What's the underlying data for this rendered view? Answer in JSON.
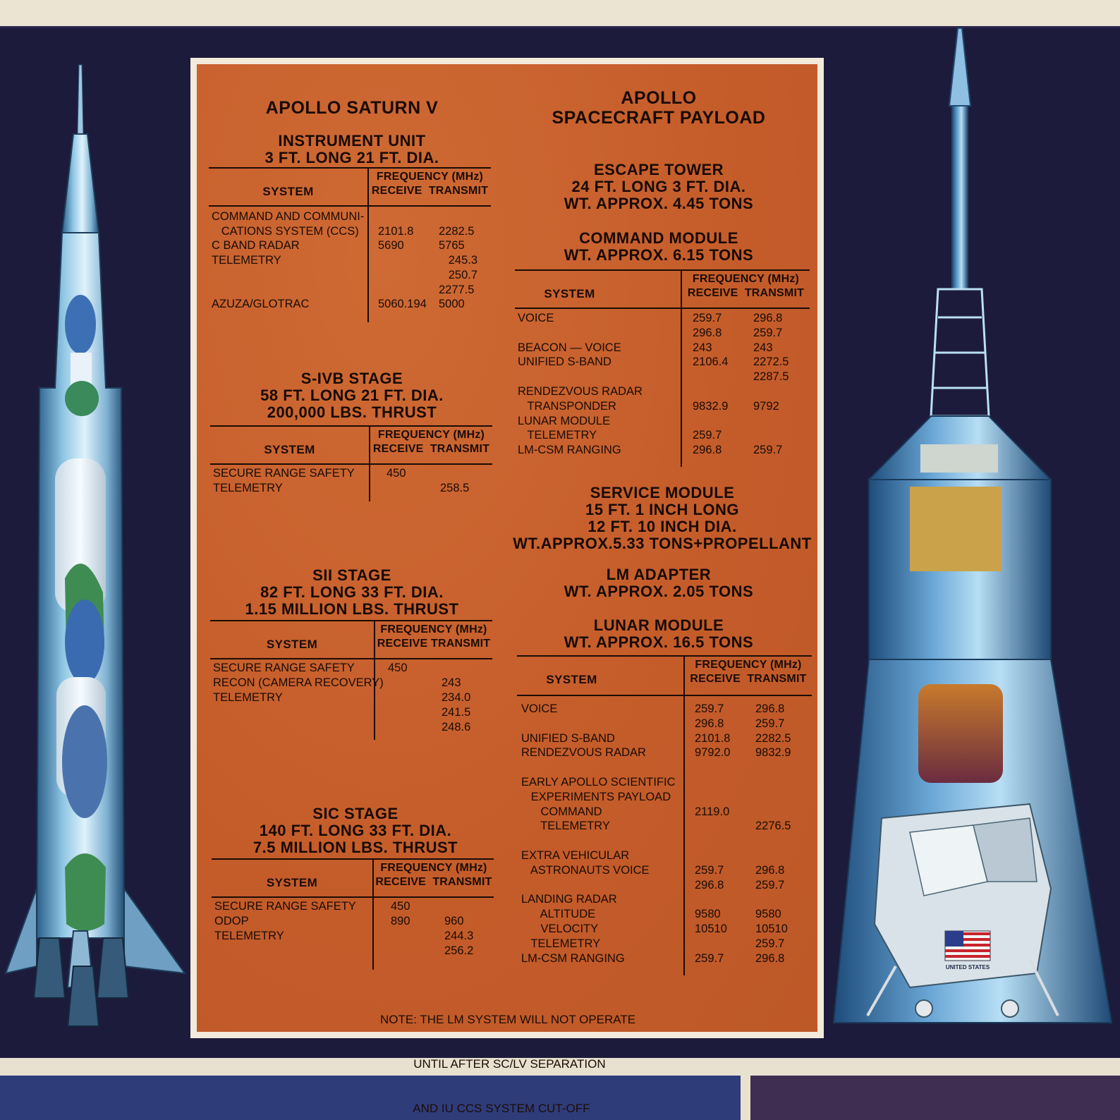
{
  "left": {
    "title": "APOLLO SATURN V",
    "instrument_unit": {
      "title_lines": [
        "INSTRUMENT UNIT",
        "3 FT. LONG 21 FT. DIA."
      ],
      "header": {
        "system": "SYSTEM",
        "freq": "FREQUENCY (MHz)",
        "receive_transmit": "RECEIVE  TRANSMIT"
      },
      "rows": [
        {
          "system": "COMMAND AND COMMUNI-",
          "receive": "",
          "transmit": ""
        },
        {
          "system": "   CATIONS SYSTEM (CCS)",
          "receive": "2101.8",
          "transmit": "2282.5"
        },
        {
          "system": "C BAND RADAR",
          "receive": "5690",
          "transmit": "5765"
        },
        {
          "system": "TELEMETRY",
          "receive": "",
          "transmit": "   245.3"
        },
        {
          "system": "",
          "receive": "",
          "transmit": "   250.7"
        },
        {
          "system": "",
          "receive": "",
          "transmit": "2277.5"
        },
        {
          "system": "AZUZA/GLOTRAC",
          "receive": "5060.194",
          "transmit": "5000"
        }
      ]
    },
    "sivb": {
      "title_lines": [
        "S-IVB STAGE",
        "58 FT. LONG 21 FT. DIA.",
        "200,000 LBS. THRUST"
      ],
      "header": {
        "system": "SYSTEM",
        "freq": "FREQUENCY (MHz)",
        "receive_transmit": "RECEIVE  TRANSMIT"
      },
      "rows": [
        {
          "system": "SECURE RANGE SAFETY",
          "receive": "450",
          "transmit": ""
        },
        {
          "system": "TELEMETRY",
          "receive": "",
          "transmit": "258.5"
        }
      ]
    },
    "sii": {
      "title_lines": [
        "SII STAGE",
        "82 FT. LONG 33 FT. DIA.",
        "1.15 MILLION LBS. THRUST"
      ],
      "header": {
        "system": "SYSTEM",
        "freq": "FREQUENCY (MHz)",
        "receive_transmit": "RECEIVE TRANSMIT"
      },
      "rows": [
        {
          "system": "SECURE RANGE SAFETY",
          "receive": "450",
          "transmit": ""
        },
        {
          "system": "RECON (CAMERA RECOVERY)",
          "receive": "",
          "transmit": "243"
        },
        {
          "system": "TELEMETRY",
          "receive": "",
          "transmit": "234.0"
        },
        {
          "system": "",
          "receive": "",
          "transmit": "241.5"
        },
        {
          "system": "",
          "receive": "",
          "transmit": "248.6"
        }
      ]
    },
    "sic": {
      "title_lines": [
        "SIC STAGE",
        "140 FT. LONG 33 FT. DIA.",
        "7.5 MILLION LBS. THRUST"
      ],
      "header": {
        "system": "SYSTEM",
        "freq": "FREQUENCY (MHz)",
        "receive_transmit": "RECEIVE  TRANSMIT"
      },
      "rows": [
        {
          "system": "SECURE RANGE SAFETY",
          "receive": "450",
          "transmit": ""
        },
        {
          "system": "ODOP",
          "receive": "890",
          "transmit": "960"
        },
        {
          "system": "TELEMETRY",
          "receive": "",
          "transmit": "244.3"
        },
        {
          "system": "",
          "receive": "",
          "transmit": "256.2"
        }
      ]
    }
  },
  "right": {
    "title_lines": [
      "APOLLO",
      "SPACECRAFT PAYLOAD"
    ],
    "escape_tower": [
      "ESCAPE TOWER",
      "24 FT. LONG 3 FT. DIA.",
      "WT. APPROX. 4.45 TONS"
    ],
    "command_module": {
      "title_lines": [
        "COMMAND MODULE",
        "WT. APPROX. 6.15 TONS"
      ],
      "header": {
        "system": "SYSTEM",
        "freq": "FREQUENCY (MHz)",
        "receive_transmit": "RECEIVE  TRANSMIT"
      },
      "rows": [
        {
          "system": "VOICE",
          "receive": "259.7",
          "transmit": "296.8"
        },
        {
          "system": "",
          "receive": "296.8",
          "transmit": "259.7"
        },
        {
          "system": "BEACON — VOICE",
          "receive": "243",
          "transmit": "243"
        },
        {
          "system": "UNIFIED S-BAND",
          "receive": "2106.4",
          "transmit": "2272.5"
        },
        {
          "system": "",
          "receive": "",
          "transmit": "2287.5"
        },
        {
          "system": "RENDEZVOUS RADAR",
          "receive": "",
          "transmit": ""
        },
        {
          "system": "   TRANSPONDER",
          "receive": "9832.9",
          "transmit": "9792"
        },
        {
          "system": "LUNAR MODULE",
          "receive": "",
          "transmit": ""
        },
        {
          "system": "   TELEMETRY",
          "receive": "259.7",
          "transmit": ""
        },
        {
          "system": "LM-CSM RANGING",
          "receive": "296.8",
          "transmit": "259.7"
        }
      ]
    },
    "service_module": [
      "SERVICE MODULE",
      "15 FT. 1 INCH LONG",
      "12 FT. 10 INCH DIA.",
      "WT.APPROX.5.33 TONS+PROPELLANT"
    ],
    "lm_adapter": [
      "LM ADAPTER",
      "WT. APPROX. 2.05 TONS"
    ],
    "lunar_module": {
      "title_lines": [
        "LUNAR MODULE",
        "WT. APPROX. 16.5 TONS"
      ],
      "header": {
        "system": "SYSTEM",
        "freq": "FREQUENCY (MHz)",
        "receive_transmit": "RECEIVE  TRANSMIT"
      },
      "rows": [
        {
          "system": "VOICE",
          "receive": "259.7",
          "transmit": "296.8"
        },
        {
          "system": "",
          "receive": "296.8",
          "transmit": "259.7"
        },
        {
          "system": "UNIFIED S-BAND",
          "receive": "2101.8",
          "transmit": "2282.5"
        },
        {
          "system": "RENDEZVOUS RADAR",
          "receive": "9792.0",
          "transmit": "9832.9"
        },
        {
          "system": "",
          "receive": "",
          "transmit": ""
        },
        {
          "system": "EARLY APOLLO SCIENTIFIC",
          "receive": "",
          "transmit": ""
        },
        {
          "system": "   EXPERIMENTS PAYLOAD",
          "receive": "",
          "transmit": ""
        },
        {
          "system": "      COMMAND",
          "receive": "2119.0",
          "transmit": ""
        },
        {
          "system": "      TELEMETRY",
          "receive": "",
          "transmit": "2276.5"
        },
        {
          "system": "",
          "receive": "",
          "transmit": ""
        },
        {
          "system": "EXTRA VEHICULAR",
          "receive": "",
          "transmit": ""
        },
        {
          "system": "   ASTRONAUTS VOICE",
          "receive": "259.7",
          "transmit": "296.8"
        },
        {
          "system": "",
          "receive": "296.8",
          "transmit": "259.7"
        },
        {
          "system": "LANDING RADAR",
          "receive": "",
          "transmit": ""
        },
        {
          "system": "      ALTITUDE",
          "receive": "9580",
          "transmit": "9580"
        },
        {
          "system": "      VELOCITY",
          "receive": "10510",
          "transmit": "10510"
        },
        {
          "system": "   TELEMETRY",
          "receive": "",
          "transmit": "259.7"
        },
        {
          "system": "LM-CSM RANGING",
          "receive": "259.7",
          "transmit": "296.8"
        }
      ]
    }
  },
  "note_lines": [
    "NOTE: THE LM SYSTEM WILL NOT OPERATE",
    "          UNTIL AFTER SC/LV SEPARATION",
    "          AND IU CCS SYSTEM CUT-OFF"
  ],
  "flag_label": "UNITED STATES"
}
